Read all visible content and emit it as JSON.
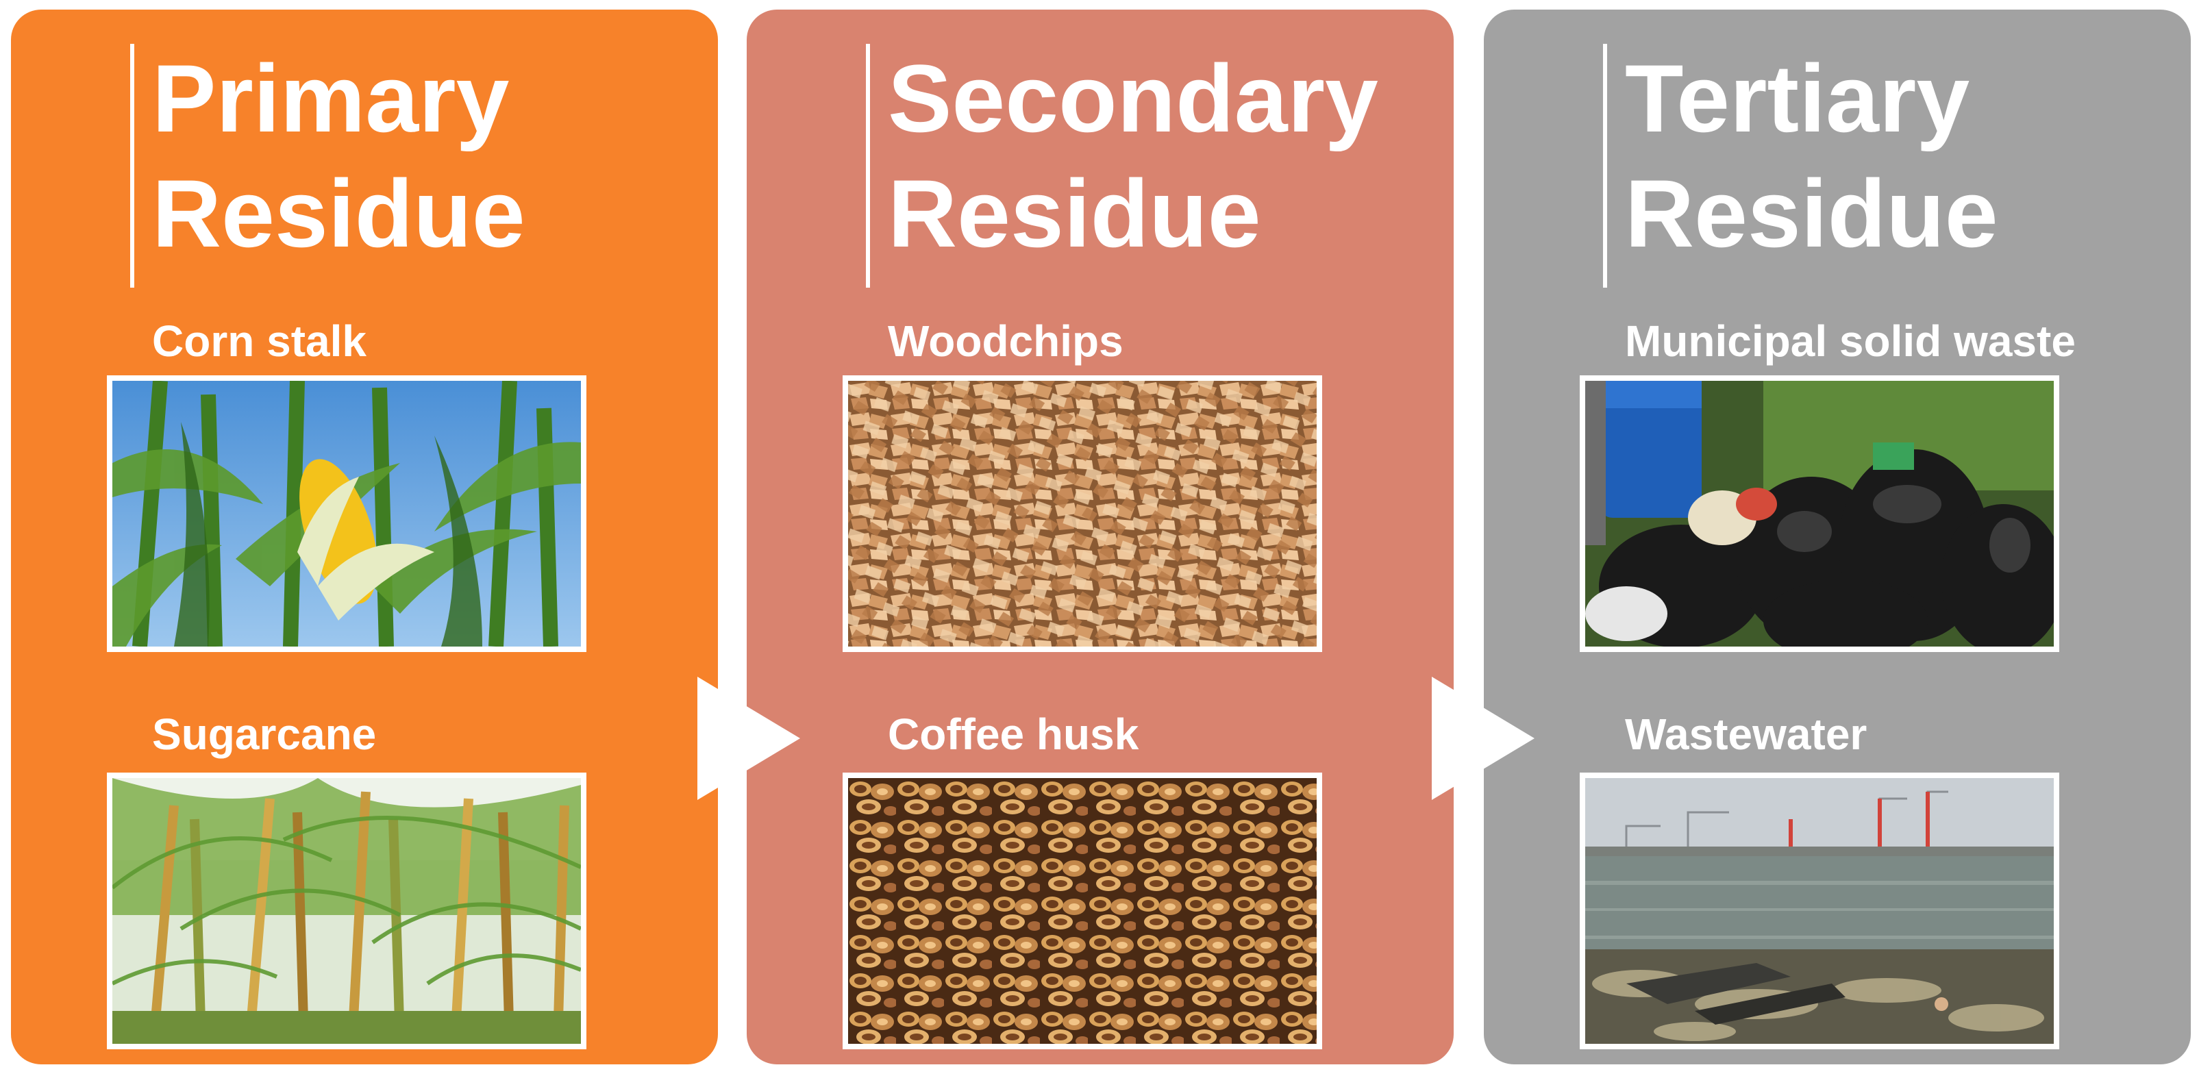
{
  "panels": [
    {
      "title_line1": "Primary",
      "title_line2": "Residue",
      "color": "#f7822a",
      "items": [
        {
          "label": "Corn stalk"
        },
        {
          "label": "Sugarcane"
        }
      ]
    },
    {
      "title_line1": "Secondary",
      "title_line2": "Residue",
      "color": "#d9836f",
      "items": [
        {
          "label": "Woodchips"
        },
        {
          "label": "Coffee husk"
        }
      ]
    },
    {
      "title_line1": "Tertiary",
      "title_line2": "Residue",
      "color": "#a2a2a2",
      "items": [
        {
          "label": "Municipal solid waste"
        },
        {
          "label": "Wastewater"
        }
      ]
    }
  ]
}
